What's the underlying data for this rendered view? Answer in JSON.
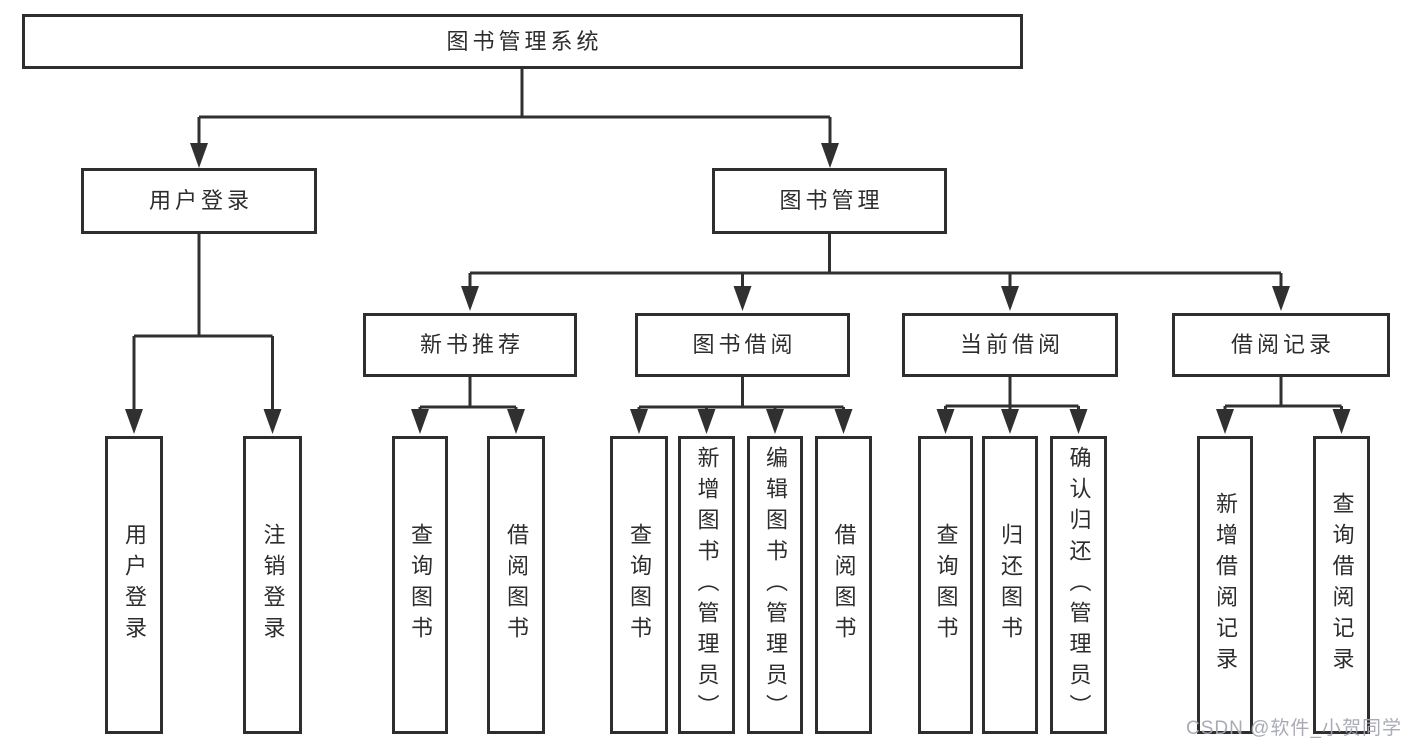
{
  "root": {
    "label": "图书管理系统"
  },
  "branches": [
    {
      "label": "用户登录",
      "children": [
        {
          "label": "用户登录"
        },
        {
          "label": "注销登录"
        }
      ]
    },
    {
      "label": "图书管理",
      "children": [
        {
          "label": "新书推荐",
          "children": [
            {
              "label": "查询图书"
            },
            {
              "label": "借阅图书"
            }
          ]
        },
        {
          "label": "图书借阅",
          "children": [
            {
              "label": "查询图书"
            },
            {
              "label": "新增图书（管理员）"
            },
            {
              "label": "编辑图书（管理员）"
            },
            {
              "label": "借阅图书"
            }
          ]
        },
        {
          "label": "当前借阅",
          "children": [
            {
              "label": "查询图书"
            },
            {
              "label": "归还图书"
            },
            {
              "label": "确认归还（管理员）"
            }
          ]
        },
        {
          "label": "借阅记录",
          "children": [
            {
              "label": "新增借阅记录"
            },
            {
              "label": "查询借阅记录"
            }
          ]
        }
      ]
    }
  ],
  "watermark": {
    "text": "CSDN @软件_小贺同学"
  },
  "colors": {
    "line": "#303030",
    "box_border": "#2e2e2e",
    "text": "#2d2d2d",
    "background": "#ffffff",
    "watermark": "#a4a6b2"
  }
}
